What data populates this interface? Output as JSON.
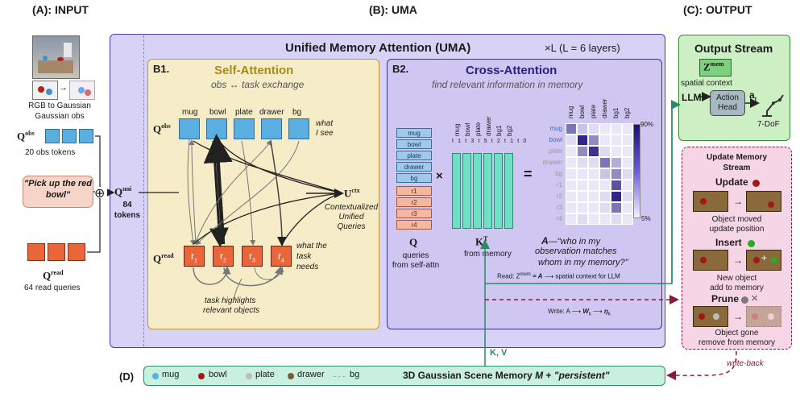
{
  "sections": {
    "input_title": "(A): INPUT",
    "uma_title": "(B): UMA",
    "output_title": "(C): OUTPUT",
    "memory_label": "(D)"
  },
  "input": {
    "image_caption": "RGB to Gaussian",
    "image_caption2": "Gaussian obs",
    "q_obs": "Q",
    "q_obs_sup": "obs",
    "obs_tokens": "20 obs tokens",
    "prompt": "\"Pick up the red bowl\"",
    "q_read": "Q",
    "q_read_sup": "read",
    "read_queries": "64 read queries",
    "q_uni": "Q",
    "q_uni_sup": "uni",
    "uni_count": "84",
    "uni_tokens": "tokens",
    "oplus": "⊕"
  },
  "uma": {
    "title": "Unified Memory Attention (UMA)",
    "layers": "×L (L = 6 layers)"
  },
  "self_attention": {
    "tag": "B1.",
    "title": "Self-Attention",
    "subtitle": "obs ↔ task exchange",
    "obs_labels": [
      "mug",
      "bowl",
      "plate",
      "drawer",
      "bg"
    ],
    "q_obs": "Q",
    "q_obs_sup": "obs",
    "what_i_see_1": "what",
    "what_i_see_2": "I see",
    "r_labels": [
      "r1",
      "r2",
      "r3",
      "r4"
    ],
    "r_main": [
      "r",
      "r",
      "r",
      "r"
    ],
    "r_sub": [
      "1",
      "2",
      "3",
      "4"
    ],
    "q_read": "Q",
    "q_read_sup": "read",
    "task_needs": [
      "what the",
      "task",
      "needs"
    ],
    "highlight_1": "task highlights",
    "highlight_2": "relevant objects",
    "u_ctx": "U",
    "u_ctx_sup": "ctx",
    "u_desc": [
      "Contextualized",
      "Unified",
      "Queries"
    ]
  },
  "cross_attention": {
    "tag": "B2.",
    "title": "Cross-Attention",
    "subtitle": "find relevant information in memory",
    "q_rows": [
      "mug",
      "bowl",
      "plate",
      "drawer",
      "bg",
      "r1",
      "r2",
      "r3",
      "r4"
    ],
    "q_label": "Q",
    "q_desc_1": "queries",
    "q_desc_2": "from self-attn",
    "times": "×",
    "k_cols": [
      "mug",
      "bowl",
      "plate",
      "drawer",
      "bg1",
      "bg2"
    ],
    "k_sub": [
      "t1",
      "t3",
      "t5",
      "t2",
      "t1",
      "t0"
    ],
    "k_label": "K",
    "k_sup": "T",
    "k_desc": "from memory",
    "equals": "=",
    "a_label": "A",
    "a_desc_1": "—\"who in my",
    "a_desc_2": "observation matches",
    "a_desc_3": "whom in my memory?\"",
    "read_line_1": "Read: Z",
    "read_line_sup": "mem",
    "read_line_2": "= A",
    "read_line_3": "⟶ spatial context for LLM",
    "write_line_1": "Write: A ⟶",
    "write_line_w": "W",
    "write_line_wsub": "k",
    "write_line_arrow": "⟶",
    "write_line_eta": "η",
    "write_line_etasub": "k",
    "kv_label": "K, V"
  },
  "chart_data": {
    "type": "heatmap",
    "rows": [
      "mug",
      "bowl",
      "plate",
      "drawer",
      "bg",
      "r1",
      "r2",
      "r3",
      "r4"
    ],
    "columns": [
      "mug",
      "bowl",
      "plate",
      "drawer",
      "bg1",
      "bg2"
    ],
    "values": [
      [
        0.55,
        0.2,
        0.1,
        0.05,
        0.05,
        0.05
      ],
      [
        0.1,
        0.9,
        0.45,
        0.05,
        0.05,
        0.05
      ],
      [
        0.05,
        0.45,
        0.85,
        0.1,
        0.05,
        0.05
      ],
      [
        0.05,
        0.1,
        0.1,
        0.55,
        0.3,
        0.05
      ],
      [
        0.05,
        0.05,
        0.05,
        0.2,
        0.45,
        0.1
      ],
      [
        0.05,
        0.05,
        0.05,
        0.05,
        0.7,
        0.05
      ],
      [
        0.05,
        0.05,
        0.05,
        0.1,
        0.9,
        0.1
      ],
      [
        0.05,
        0.05,
        0.05,
        0.1,
        0.55,
        0.05
      ],
      [
        0.05,
        0.1,
        0.05,
        0.05,
        0.1,
        0.05
      ]
    ],
    "colorbar_max": "90%",
    "colorbar_min": "5%",
    "highlight_rows": [
      "mug",
      "bowl"
    ]
  },
  "output": {
    "stream_title": "Output Stream",
    "z_mem": "Z",
    "z_mem_sup": "mem",
    "spatial": "spatial context",
    "llm": "LLM",
    "action_head_1": "Action",
    "action_head_2": "Head",
    "a_t": "a",
    "a_t_sub": "t",
    "dof": "7-DoF"
  },
  "update_stream": {
    "title_1": "Update Memory",
    "title_2": "Stream",
    "update": "Update",
    "update_desc_1": "Object moved",
    "update_desc_2": "update position",
    "insert": "Insert",
    "insert_desc_1": "New object",
    "insert_desc_2": "add to memory",
    "prune": "Prune",
    "prune_x": "✕",
    "prune_desc_1": "Object gone",
    "prune_desc_2": "remove from memory",
    "write_back": "write-back",
    "plus": "+"
  },
  "memory": {
    "legend": [
      "mug",
      "bowl",
      "plate",
      "drawer",
      "bg"
    ],
    "title_a": "3D Gaussian Scene Memory ",
    "title_m": "M",
    "title_b": " + ",
    "title_c": "\"persistent\""
  },
  "colors": {
    "uma_bg": "#d9d2f7",
    "uma_border": "#4a3fae",
    "self_bg": "#f7ecc8",
    "self_border": "#b89a3a",
    "cross_bg": "#cfc6f1",
    "cross_border": "#3e2f9e",
    "output_bg": "#ccefc3",
    "update_bg": "#f6d6e6",
    "memory_bg": "#c8f0df",
    "obs_blue": "#5aaee0",
    "read_orange": "#e8663a",
    "bowl_red": "#a01818",
    "plate_grey": "#bdbdbd",
    "drawer_brown": "#7a5a3a",
    "green_arrow": "#2a8a6a",
    "writeback": "#8a1a3a"
  }
}
